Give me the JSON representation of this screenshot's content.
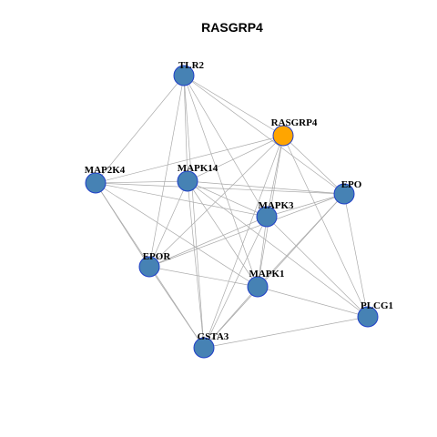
{
  "title": "RASGRP4",
  "colors": {
    "focus_node": "#FFA500",
    "node": "#4682B4",
    "node_border": "#1F3FC8",
    "edge": "#AAAAAA"
  },
  "nodes": [
    {
      "id": "TLR2",
      "label": "TLR2",
      "focus": false
    },
    {
      "id": "RASGRP4",
      "label": "RASGRP4",
      "focus": true
    },
    {
      "id": "MAP2K4",
      "label": "MAP2K4",
      "focus": false
    },
    {
      "id": "MAPK14",
      "label": "MAPK14",
      "focus": false
    },
    {
      "id": "EPO",
      "label": "EPO",
      "focus": false
    },
    {
      "id": "MAPK3",
      "label": "MAPK3",
      "focus": false
    },
    {
      "id": "EPOR",
      "label": "EPOR",
      "focus": false
    },
    {
      "id": "MAPK1",
      "label": "MAPK1",
      "focus": false
    },
    {
      "id": "PLCG1",
      "label": "PLCG1",
      "focus": false
    },
    {
      "id": "GSTA3",
      "label": "GSTA3",
      "focus": false
    }
  ],
  "edges": [
    [
      "TLR2",
      "RASGRP4"
    ],
    [
      "TLR2",
      "MAP2K4"
    ],
    [
      "TLR2",
      "MAPK14"
    ],
    [
      "TLR2",
      "EPO"
    ],
    [
      "TLR2",
      "MAPK3"
    ],
    [
      "TLR2",
      "EPOR"
    ],
    [
      "TLR2",
      "MAPK1"
    ],
    [
      "TLR2",
      "GSTA3"
    ],
    [
      "RASGRP4",
      "MAP2K4"
    ],
    [
      "RASGRP4",
      "MAPK14"
    ],
    [
      "RASGRP4",
      "EPO"
    ],
    [
      "RASGRP4",
      "MAPK3"
    ],
    [
      "RASGRP4",
      "EPOR"
    ],
    [
      "RASGRP4",
      "MAPK1"
    ],
    [
      "RASGRP4",
      "PLCG1"
    ],
    [
      "RASGRP4",
      "GSTA3"
    ],
    [
      "MAP2K4",
      "MAPK14"
    ],
    [
      "MAP2K4",
      "EPO"
    ],
    [
      "MAP2K4",
      "MAPK3"
    ],
    [
      "MAP2K4",
      "EPOR"
    ],
    [
      "MAP2K4",
      "MAPK1"
    ],
    [
      "MAP2K4",
      "GSTA3"
    ],
    [
      "MAPK14",
      "EPO"
    ],
    [
      "MAPK14",
      "MAPK3"
    ],
    [
      "MAPK14",
      "EPOR"
    ],
    [
      "MAPK14",
      "MAPK1"
    ],
    [
      "MAPK14",
      "PLCG1"
    ],
    [
      "MAPK14",
      "GSTA3"
    ],
    [
      "EPO",
      "MAPK3"
    ],
    [
      "EPO",
      "EPOR"
    ],
    [
      "EPO",
      "MAPK1"
    ],
    [
      "EPO",
      "PLCG1"
    ],
    [
      "EPO",
      "GSTA3"
    ],
    [
      "MAPK3",
      "EPOR"
    ],
    [
      "MAPK3",
      "MAPK1"
    ],
    [
      "MAPK3",
      "PLCG1"
    ],
    [
      "MAPK3",
      "GSTA3"
    ],
    [
      "EPOR",
      "MAPK1"
    ],
    [
      "EPOR",
      "GSTA3"
    ],
    [
      "MAPK1",
      "PLCG1"
    ],
    [
      "MAPK1",
      "GSTA3"
    ],
    [
      "PLCG1",
      "GSTA3"
    ]
  ]
}
